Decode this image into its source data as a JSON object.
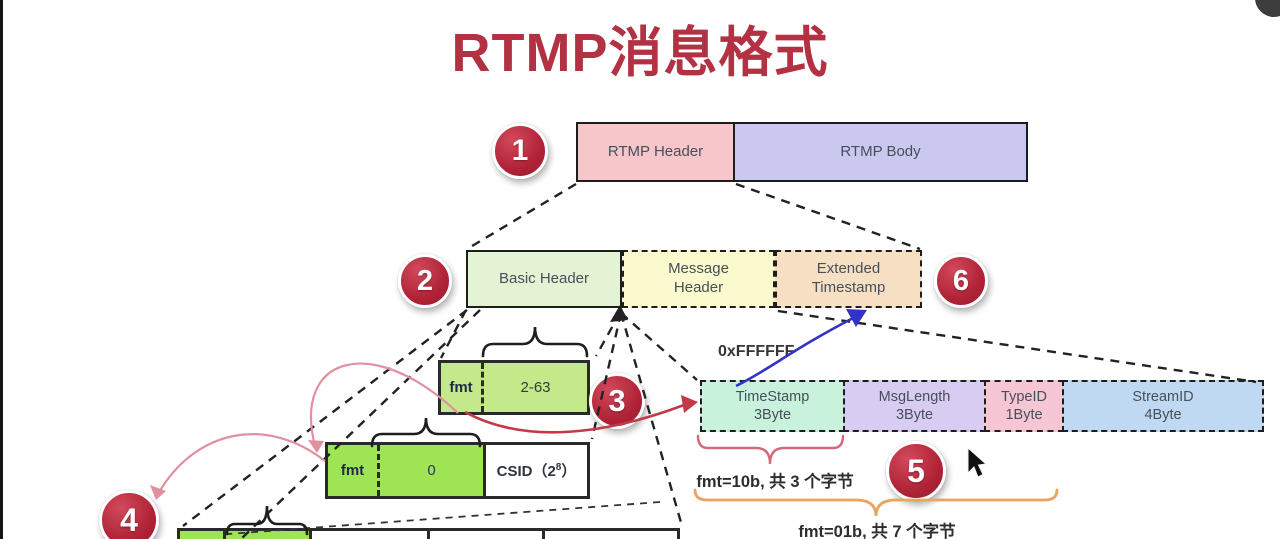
{
  "title": "RTMP消息格式",
  "badges": {
    "b1": "1",
    "b2": "2",
    "b3": "3",
    "b4": "4",
    "b5": "5",
    "b6": "6"
  },
  "row1": {
    "header": "RTMP Header",
    "body": "RTMP Body"
  },
  "row2": {
    "basic": "Basic Header",
    "message": [
      "Message",
      "Header"
    ],
    "extended": [
      "Extended",
      "Timestamp"
    ]
  },
  "fmt63": {
    "fmt": "fmt",
    "value": "2-63"
  },
  "fmt0": {
    "fmt": "fmt",
    "value": "0",
    "csid_pre": "CSID（2",
    "csid_sup": "8",
    "csid_post": "）"
  },
  "detail": {
    "cells": [
      [
        "TimeStamp",
        "3Byte"
      ],
      [
        "MsgLength",
        "3Byte"
      ],
      [
        "TypeID",
        "1Byte"
      ],
      [
        "StreamID",
        "4Byte"
      ]
    ]
  },
  "notes": {
    "hex": "0xFFFFFF",
    "fmt10": "fmt=10b, 共 3 个字节",
    "fmt01": "fmt=01b, 共 7 个字节"
  },
  "colors": {
    "title_red": "#b23142",
    "badge_red": "#b02236",
    "rtmp_header_pink": "#f6c6ca",
    "rtmp_body_lavender": "#cbc8f0",
    "basic_green": "#e3f3d3",
    "message_yellow": "#fbfacf",
    "extended_peach": "#f7dfc4",
    "fmt_green": "#c3e98a",
    "fmt_bright_green": "#9fe455",
    "timestamp_mint": "#c8f2dc",
    "msglength_purple": "#d8ccf2",
    "typeid_pink": "#f6c6d4",
    "streamid_blue": "#bfd9f2",
    "blue_arrow": "#3232c8",
    "red_arrow": "#c23a4a",
    "pink_curve": "#e090a0",
    "orange_brace": "#e8a55e"
  }
}
